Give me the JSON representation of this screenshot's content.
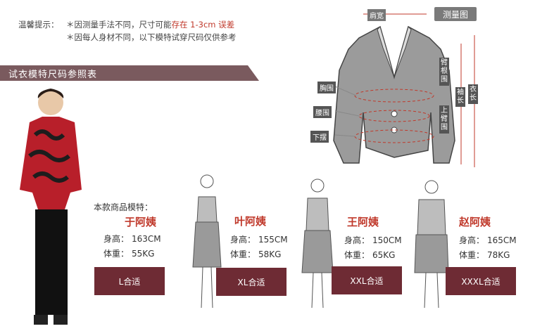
{
  "tips": {
    "label": "温馨提示：",
    "line1_prefix": "＊因测量手法不同，尺寸可能",
    "line1_red": "存在 1-3cm 误差",
    "line2": "＊因每人身材不同，以下模特试穿尺码仅供参考"
  },
  "banner": {
    "title": "试衣模特尺码参照表"
  },
  "chart": {
    "title": "测量图",
    "labels": {
      "shoulder": "肩宽",
      "chest": "胸围",
      "waist": "腰围",
      "hem": "下摆",
      "arm": "臂根围",
      "upper_arm": "上臂围",
      "sleeve": "袖长",
      "length": "衣长"
    }
  },
  "models": {
    "section_label": "本款商品模特：",
    "height_key": "身高：",
    "weight_key": "体重：",
    "items": [
      {
        "name": "于阿姨",
        "height": "163CM",
        "weight": "55KG",
        "size": "L合适"
      },
      {
        "name": "叶阿姨",
        "height": "155CM",
        "weight": "58KG",
        "size": "XL合适"
      },
      {
        "name": "王阿姨",
        "height": "150CM",
        "weight": "65KG",
        "size": "XXL合适"
      },
      {
        "name": "赵阿姨",
        "height": "165CM",
        "weight": "78KG",
        "size": "XXXL合适"
      }
    ]
  },
  "colors": {
    "accent_red": "#c0392b",
    "button_bg": "#6e2b34",
    "banner_bg": "#7a5a5e"
  }
}
